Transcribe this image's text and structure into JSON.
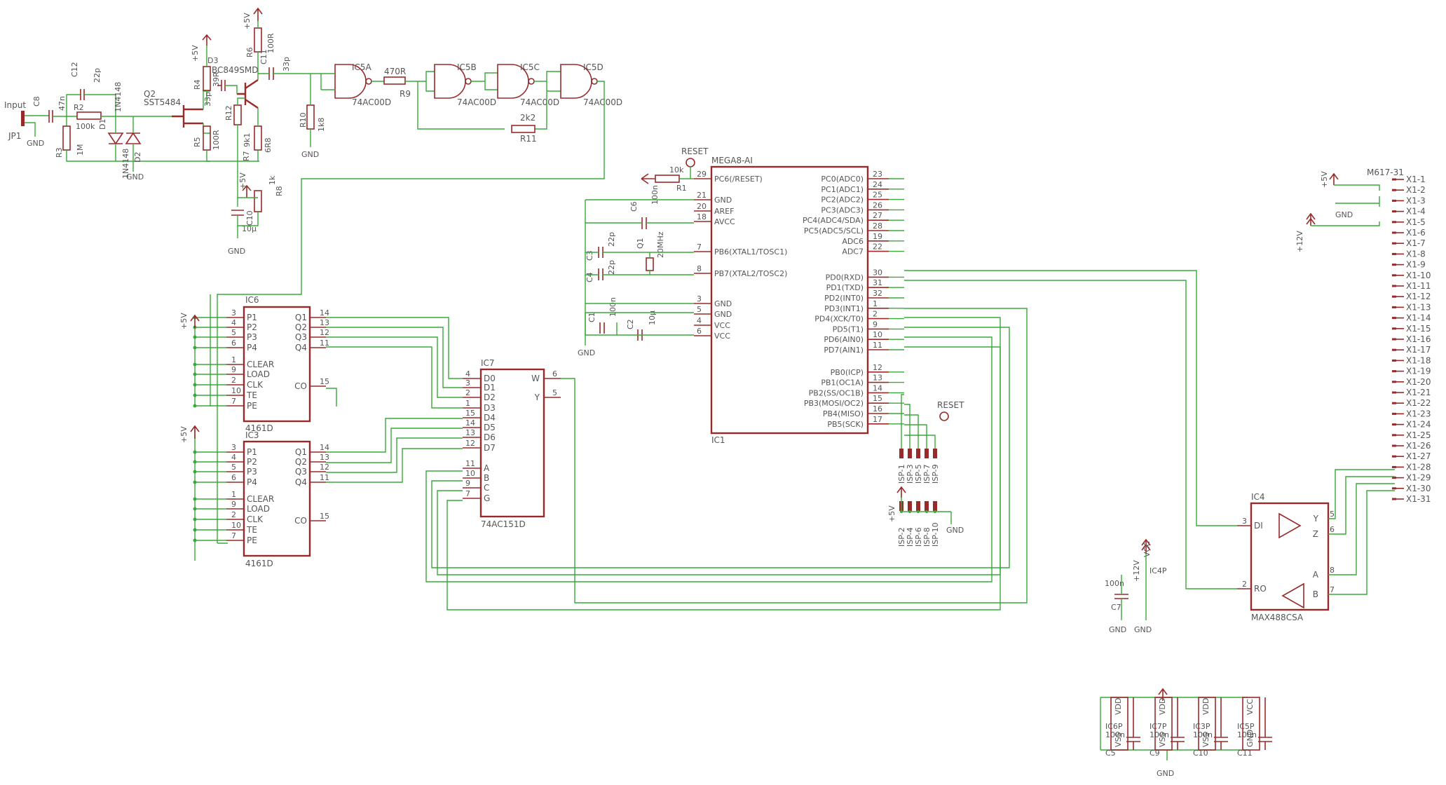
{
  "labels": {
    "input": "Input",
    "jp1": "JP1",
    "gnd": "GND",
    "p5v": "+5V",
    "p12v": "+12V",
    "reset": "RESET",
    "c8": "C8",
    "c8v": "47n",
    "c12": "C12",
    "c12v": "22p",
    "r2": "R2",
    "r2v": "100k",
    "r3": "R3",
    "r3v": "1M",
    "d1": "D1",
    "d1v": "1N4148",
    "d2": "D2",
    "d2v": "1N4148",
    "q2": "Q2",
    "q2v": "SST5484",
    "d3": "D3",
    "r4": "R4",
    "r4v": "39R",
    "c33p": "33p",
    "r5": "R5",
    "r5v": "100R",
    "q1t": "BC849SMD",
    "r6": "R6",
    "r6v": "100R",
    "c11": "C11",
    "c11v": "33p",
    "r7": "R7",
    "r7v": "6R8",
    "r12": "R12",
    "r12v": "9k1",
    "r8": "R8",
    "r8v": "1k",
    "c10": "C10",
    "c10v": "10µ",
    "r10": "R10",
    "r10v": "1k8",
    "ic5a": "IC5A",
    "ic5b": "IC5B",
    "ic5c": "IC5C",
    "ic5d": "IC5D",
    "g74": "74AC00D",
    "r9": "R9",
    "r9v": "470R",
    "r11": "R11",
    "r11v": "2k2",
    "ic6": "IC6",
    "ic3": "IC3",
    "ctr": "4161D",
    "ic7": "IC7",
    "mux": "74AC151D",
    "ic1": "IC1",
    "mcu": "MEGA8-AI",
    "r1": "R1",
    "r1v": "10k",
    "c6": "C6",
    "c6v": "100n",
    "c3": "C3",
    "c3v": "22p",
    "c4": "C4",
    "c4v": "22p",
    "xtal": "Q1",
    "xtalv": "20MHz",
    "c1": "C1",
    "c1v": "100n",
    "c2": "C2",
    "c2v": "10µ",
    "ic4": "IC4",
    "rs485": "MAX488CSA",
    "con": "M617-31",
    "c7": "C7",
    "c7v": "100n",
    "ic4p": "IC4P",
    "vcc": "VCC",
    "ic6p": "IC6P",
    "ic7p": "IC7P",
    "ic3p": "IC3P",
    "ic5p": "IC5P",
    "c5": "C5",
    "c9": "C9",
    "c10b": "C10",
    "c11b": "C11",
    "cap100n": "100n",
    "vdd": "VDD",
    "vss": "VSS",
    "gndp": "GND",
    "isp_top": [
      "ISP-1",
      "ISP-3",
      "ISP-5",
      "ISP-7",
      "ISP-9"
    ],
    "isp_bot": [
      "ISP-2",
      "ISP-4",
      "ISP-6",
      "ISP-8",
      "ISP-10"
    ]
  },
  "counter_pins": {
    "left": [
      "P1",
      "P2",
      "P3",
      "P4",
      "CLEAR",
      "LOAD",
      "CLK",
      "TE",
      "PE"
    ],
    "left_nums": [
      "3",
      "4",
      "5",
      "6",
      "1",
      "9",
      "2",
      "10",
      "7"
    ],
    "right": [
      "Q1",
      "Q2",
      "Q3",
      "Q4",
      "CO"
    ],
    "right_nums": [
      "14",
      "13",
      "12",
      "11",
      "15"
    ]
  },
  "mux_pins": {
    "left": [
      "D0",
      "D1",
      "D2",
      "D3",
      "D4",
      "D5",
      "D6",
      "D7",
      "A",
      "B",
      "C",
      "G"
    ],
    "left_nums": [
      "4",
      "3",
      "2",
      "1",
      "15",
      "14",
      "13",
      "12",
      "11",
      "10",
      "9",
      "7"
    ],
    "right": [
      "W",
      "Y"
    ],
    "right_nums": [
      "6",
      "5"
    ]
  },
  "mcu_pins": {
    "left": [
      "PC6(/RESET)",
      "GND",
      "AREF",
      "AVCC",
      "PB6(XTAL1/TOSC1)",
      "PB7(XTAL2/TOSC2)",
      "GND",
      "GND",
      "VCC",
      "VCC"
    ],
    "left_nums": [
      "29",
      "21",
      "20",
      "18",
      "7",
      "8",
      "3",
      "5",
      "4",
      "6"
    ],
    "right": [
      "PC0(ADC0)",
      "PC1(ADC1)",
      "PC2(ADC2)",
      "PC3(ADC3)",
      "PC4(ADC4/SDA)",
      "PC5(ADC5/SCL)",
      "ADC6",
      "ADC7",
      "PD0(RXD)",
      "PD1(TXD)",
      "PD2(INT0)",
      "PD3(INT1)",
      "PD4(XCK/T0)",
      "PD5(T1)",
      "PD6(AIN0)",
      "PD7(AIN1)",
      "PB0(ICP)",
      "PB1(OC1A)",
      "PB2(SS/OC1B)",
      "PB3(MOSI/OC2)",
      "PB4(MISO)",
      "PB5(SCK)"
    ],
    "right_nums": [
      "23",
      "24",
      "25",
      "26",
      "27",
      "28",
      "19",
      "22",
      "30",
      "31",
      "32",
      "1",
      "2",
      "9",
      "10",
      "11",
      "12",
      "13",
      "14",
      "15",
      "16",
      "17"
    ]
  },
  "max_pins": {
    "left": [
      "DI",
      "RO"
    ],
    "left_nums": [
      "3",
      "2"
    ],
    "right": [
      "Y",
      "Z",
      "A",
      "B"
    ],
    "right_nums": [
      "5",
      "6",
      "8",
      "7"
    ]
  },
  "connector_pins": [
    "X1-1",
    "X1-2",
    "X1-3",
    "X1-4",
    "X1-5",
    "X1-6",
    "X1-7",
    "X1-8",
    "X1-9",
    "X1-10",
    "X1-11",
    "X1-12",
    "X1-13",
    "X1-14",
    "X1-15",
    "X1-16",
    "X1-17",
    "X1-18",
    "X1-19",
    "X1-20",
    "X1-21",
    "X1-22",
    "X1-23",
    "X1-24",
    "X1-25",
    "X1-26",
    "X1-27",
    "X1-28",
    "X1-29",
    "X1-30",
    "X1-31"
  ]
}
